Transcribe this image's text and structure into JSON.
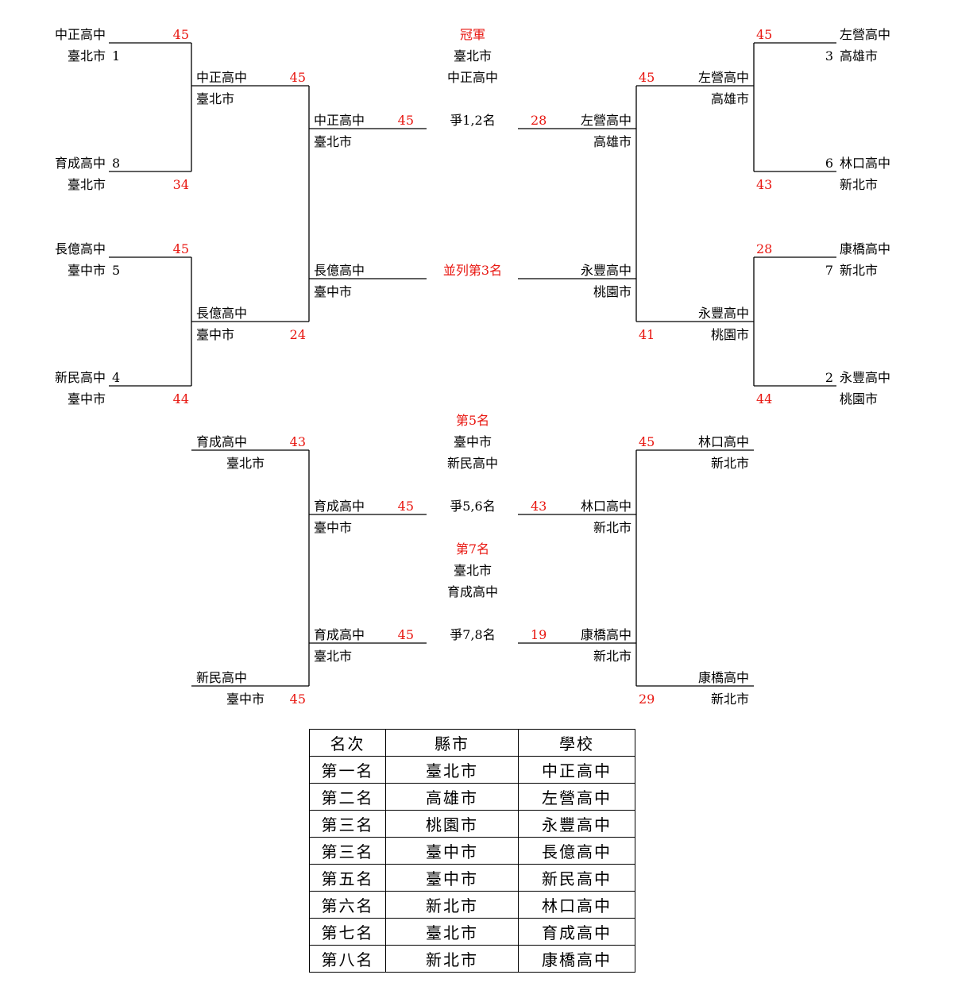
{
  "bracket": {
    "upper_left": {
      "r1": [
        {
          "school": "中正高中",
          "city": "臺北市",
          "seed": "1",
          "score": "45"
        },
        {
          "school": "育成高中",
          "city": "臺北市",
          "seed": "8",
          "score": "34"
        },
        {
          "school": "長億高中",
          "city": "臺中市",
          "seed": "5",
          "score": "45"
        },
        {
          "school": "新民高中",
          "city": "臺中市",
          "seed": "4",
          "score": "44"
        }
      ],
      "r2": [
        {
          "school": "中正高中",
          "city": "臺北市",
          "score": "45"
        },
        {
          "school": "長億高中",
          "city": "臺中市",
          "score": "24"
        }
      ],
      "semi": [
        {
          "school": "中正高中",
          "city": "臺北市",
          "score": "45"
        },
        {
          "school": "長億高中",
          "city": "臺中市"
        }
      ]
    },
    "upper_right": {
      "r1": [
        {
          "school": "左營高中",
          "city": "高雄市",
          "seed": "3",
          "score": "45"
        },
        {
          "school": "林口高中",
          "city": "新北市",
          "seed": "6",
          "score": "43"
        },
        {
          "school": "康橋高中",
          "city": "新北市",
          "seed": "7",
          "score": "28"
        },
        {
          "school": "永豐高中",
          "city": "桃園市",
          "seed": "2",
          "score": "44"
        }
      ],
      "r2": [
        {
          "school": "左營高中",
          "city": "高雄市",
          "score": "45"
        },
        {
          "school": "永豐高中",
          "city": "桃園市",
          "score": "41"
        }
      ],
      "semi": [
        {
          "school": "左營高中",
          "city": "高雄市",
          "score": "28"
        },
        {
          "school": "永豐高中",
          "city": "桃園市"
        }
      ]
    },
    "center": {
      "champion_label": "冠軍",
      "champion_city": "臺北市",
      "champion_school": "中正高中",
      "final_label": "爭1,2名",
      "third_label": "並列第3名",
      "fifth_label": "第5名",
      "fifth_city": "臺中市",
      "fifth_school": "新民高中",
      "final56_label": "爭5,6名",
      "seventh_label": "第7名",
      "seventh_city": "臺北市",
      "seventh_school": "育成高中",
      "final78_label": "爭7,8名"
    },
    "lower_left": {
      "top": {
        "school": "育成高中",
        "city": "臺北市",
        "score": "43"
      },
      "bottom": {
        "school": "新民高中",
        "city": "臺中市",
        "score": "45"
      },
      "m56": {
        "school": "育成高中",
        "city": "臺中市",
        "score": "45"
      },
      "m78": {
        "school": "育成高中",
        "city": "臺北市",
        "score": "45"
      }
    },
    "lower_right": {
      "top": {
        "school": "林口高中",
        "city": "新北市",
        "score": "45"
      },
      "bottom": {
        "school": "康橋高中",
        "city": "新北市",
        "score": "29"
      },
      "m56": {
        "school": "林口高中",
        "city": "新北市",
        "score": "43"
      },
      "m78": {
        "school": "康橋高中",
        "city": "新北市",
        "score": "19"
      }
    }
  },
  "ranking": {
    "headers": [
      "名次",
      "縣市",
      "學校"
    ],
    "rows": [
      [
        "第一名",
        "臺北市",
        "中正高中"
      ],
      [
        "第二名",
        "高雄市",
        "左營高中"
      ],
      [
        "第三名",
        "桃園市",
        "永豐高中"
      ],
      [
        "第三名",
        "臺中市",
        "長億高中"
      ],
      [
        "第五名",
        "臺中市",
        "新民高中"
      ],
      [
        "第六名",
        "新北市",
        "林口高中"
      ],
      [
        "第七名",
        "臺北市",
        "育成高中"
      ],
      [
        "第八名",
        "新北市",
        "康橋高中"
      ]
    ]
  },
  "colors": {
    "score": "#e8150f",
    "text": "#000000"
  }
}
